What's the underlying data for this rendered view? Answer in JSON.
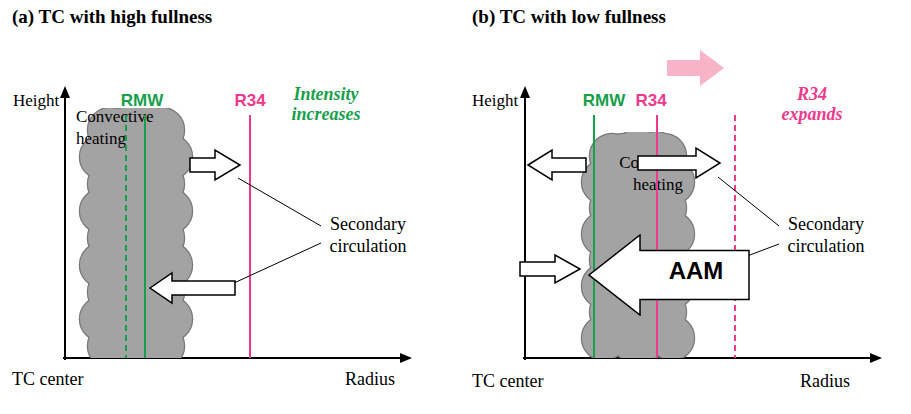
{
  "diagram": {
    "nodes": [
      {
        "text": [
          "Convective heating"
        ]
      },
      {
        "text": [
          "Convective heating"
        ]
      },
      {
        "text": [
          "AAM"
        ]
      }
    ],
    "labels": [
      "(a) TC with high fullness",
      "Height",
      "RMW",
      "R34",
      "Intensity increases",
      "Secondary circulation",
      "TC center",
      "Radius",
      "(b) TC with low fullness",
      "Height",
      "RMW",
      "R34",
      "R34 expands",
      "Secondary circulation",
      "TC center",
      "Radius"
    ]
  }
}
